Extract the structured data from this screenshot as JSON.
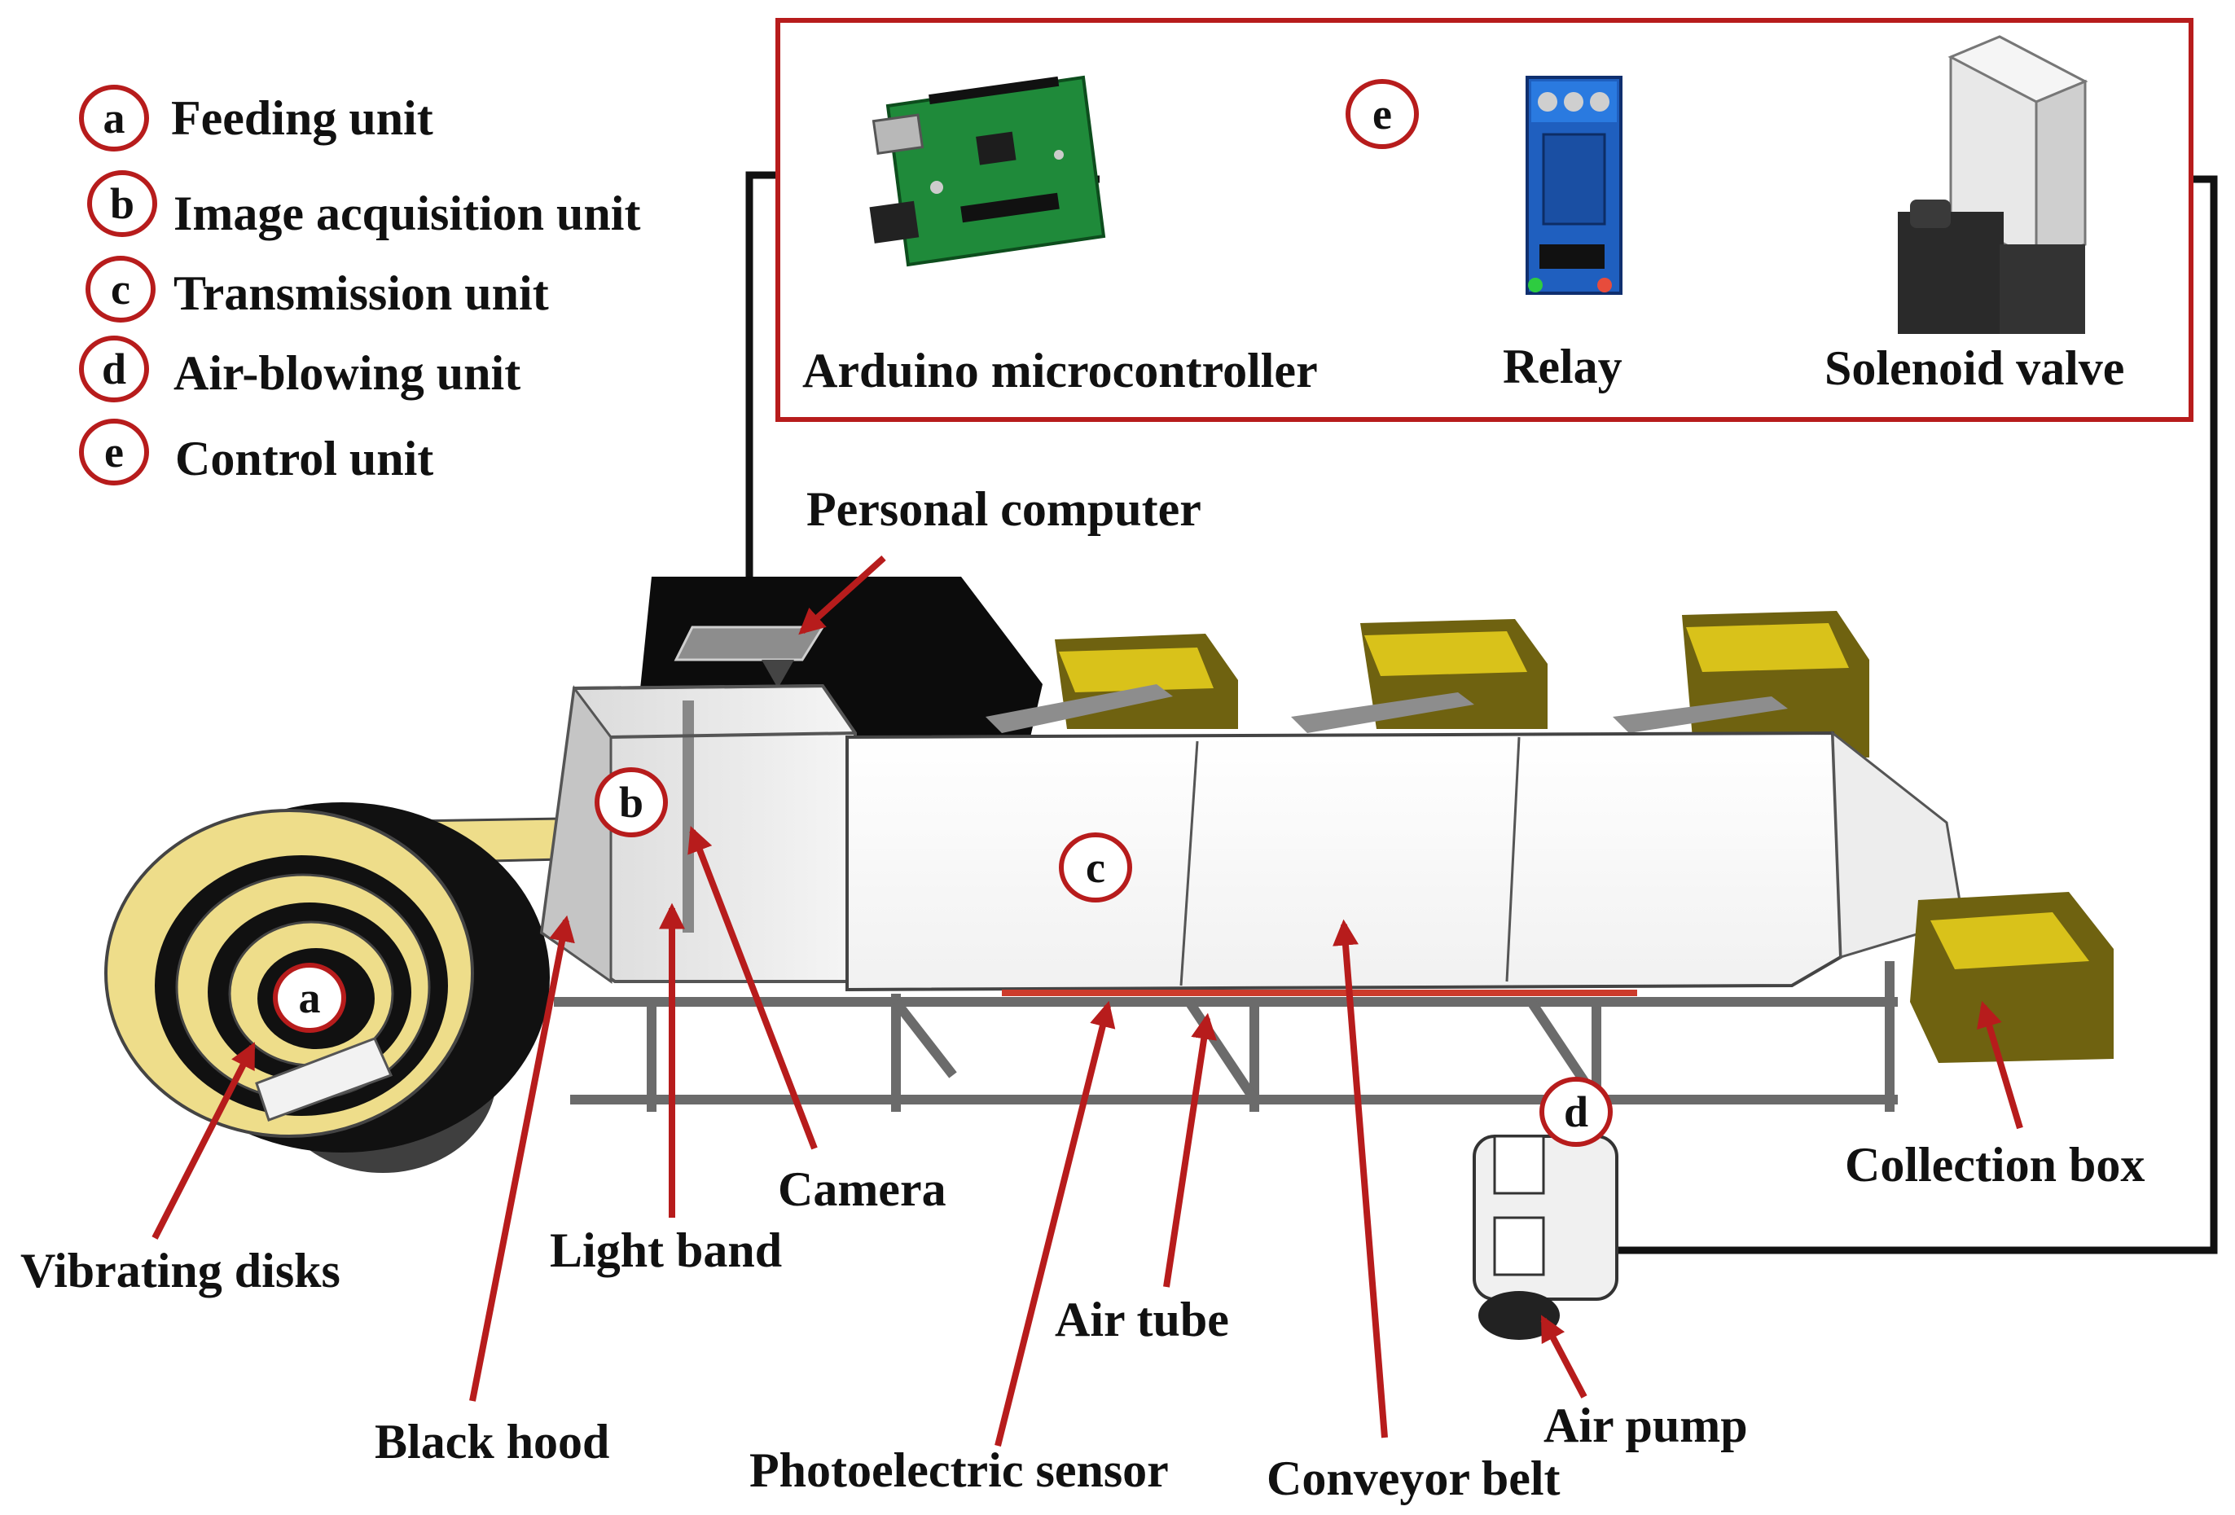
{
  "legend": {
    "items": [
      {
        "letter": "a",
        "text": "Feeding unit"
      },
      {
        "letter": "b",
        "text": "Image acquisition unit"
      },
      {
        "letter": "c",
        "text": "Transmission unit"
      },
      {
        "letter": "d",
        "text": "Air-blowing unit"
      },
      {
        "letter": "e",
        "text": "Control unit"
      }
    ]
  },
  "control_box": {
    "marker": "e",
    "labels": {
      "arduino": "Arduino microcontroller",
      "relay": "Relay",
      "solenoid": "Solenoid valve"
    }
  },
  "markers": {
    "a": "a",
    "b": "b",
    "c": "c",
    "d": "d"
  },
  "callouts": {
    "personal_computer": "Personal computer",
    "camera": "Camera",
    "light_band": "Light band",
    "vibrating_disks": "Vibrating disks",
    "black_hood": "Black hood",
    "air_tube": "Air tube",
    "photoelectric_sensor": "Photoelectric sensor",
    "conveyor_belt": "Conveyor belt",
    "air_pump": "Air pump",
    "collection_box": "Collection box"
  },
  "colors": {
    "accent_red": "#b71c1c",
    "frame_gray": "#6b6b6b",
    "feeder_yellow": "#eedd8a",
    "box_yellow": "#d9c21a",
    "pcb_green": "#1f8a3a",
    "relay_blue": "#1f5fbf"
  }
}
